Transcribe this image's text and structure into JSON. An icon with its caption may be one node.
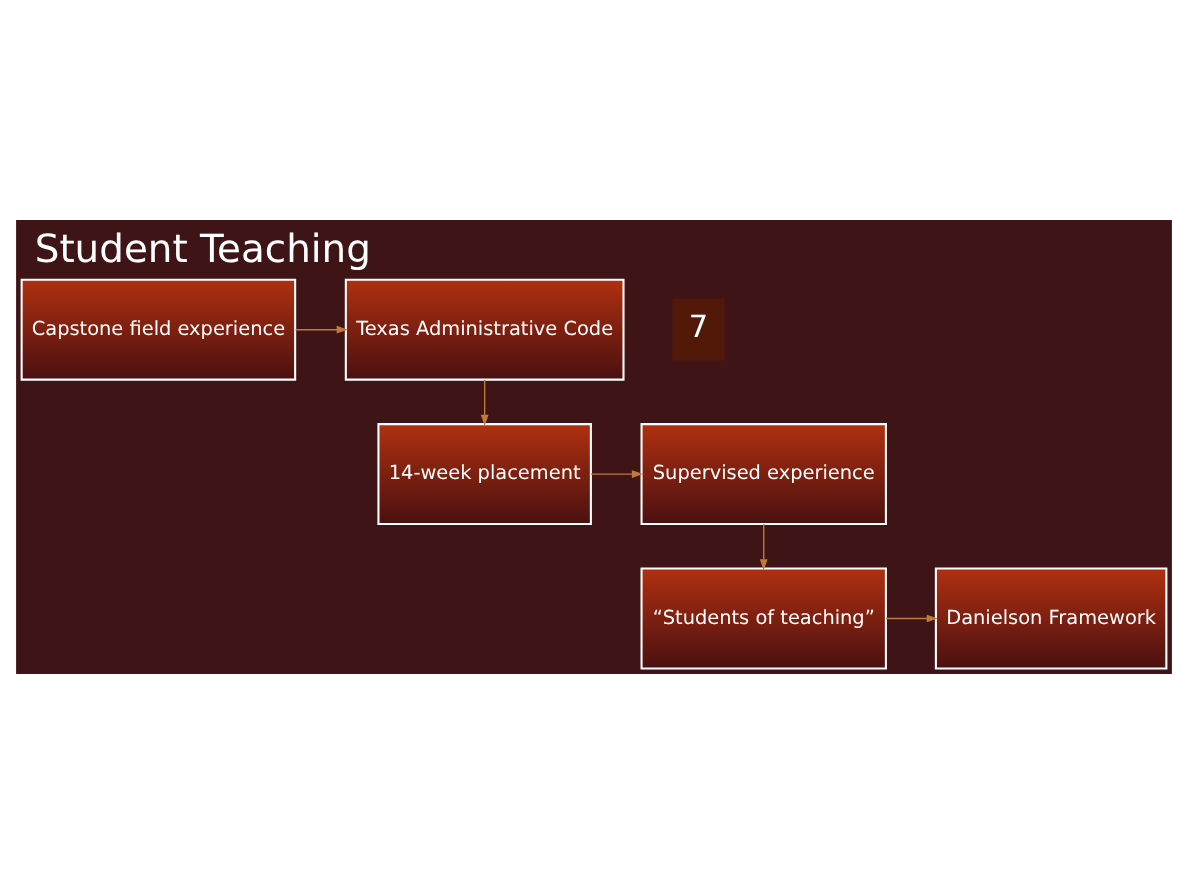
{
  "diagram": {
    "title": "Student Teaching",
    "nodes": [
      {
        "text": [
          "Capstone field experience"
        ]
      },
      {
        "text": [
          "Texas Administrative Code"
        ]
      },
      {
        "text": [
          "14-week placement"
        ]
      },
      {
        "text": [
          "Supervised experience"
        ]
      },
      {
        "text": [
          "“Students of teaching”"
        ]
      },
      {
        "text": [
          "Danielson Framework"
        ]
      }
    ],
    "edges": [
      {
        "from": 0,
        "to": 1,
        "arrow": "to"
      },
      {
        "from": 1,
        "to": 2,
        "arrow": "to"
      },
      {
        "from": 2,
        "to": 3,
        "arrow": "to"
      },
      {
        "from": 3,
        "to": 4,
        "arrow": "to"
      },
      {
        "from": 4,
        "to": 5,
        "arrow": "to"
      }
    ],
    "labels": [
      "7"
    ]
  }
}
